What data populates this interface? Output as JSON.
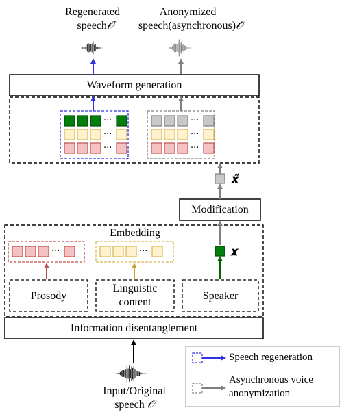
{
  "outputs": {
    "regenerated_line1": "Regenerated",
    "regenerated_line2": "speech",
    "regenerated_symbol": "𝒪′",
    "anonymized_line1": "Anonymized",
    "anonymized_line2": "speech(asynchronous)",
    "anonymized_symbol": "𝒪̃"
  },
  "blocks": {
    "waveform_generation": "Waveform generation",
    "modification": "Modification",
    "embedding": "Embedding",
    "prosody": "Prosody",
    "linguistic_line1": "Linguistic",
    "linguistic_line2": "content",
    "speaker": "Speaker",
    "information_disentanglement": "Information disentanglement"
  },
  "symbols": {
    "x": "𝒙",
    "x_tilde": "𝒙̃"
  },
  "input": {
    "line1": "Input/Original",
    "line2": "speech",
    "symbol": "𝒪"
  },
  "legend": {
    "speech_regeneration": "Speech regeneration",
    "async_line1": "Asynchronous voice",
    "async_line2": "anonymization"
  },
  "ellipsis": "···",
  "colors": {
    "prosody_fill": "#f4c2c2",
    "prosody_stroke": "#c0504d",
    "linguistic_fill": "#fff2cc",
    "linguistic_stroke": "#d6b656",
    "speaker_fill": "#00800a",
    "speaker_stroke": "#004d00",
    "anon_fill": "#c8c8c8",
    "anon_stroke": "#7f7f7f",
    "blue": "#3333dd",
    "gray_arrow": "#808080",
    "prosody_arrow": "#b85450",
    "linguistic_arrow": "#c9a227",
    "speaker_arrow": "#006400"
  }
}
